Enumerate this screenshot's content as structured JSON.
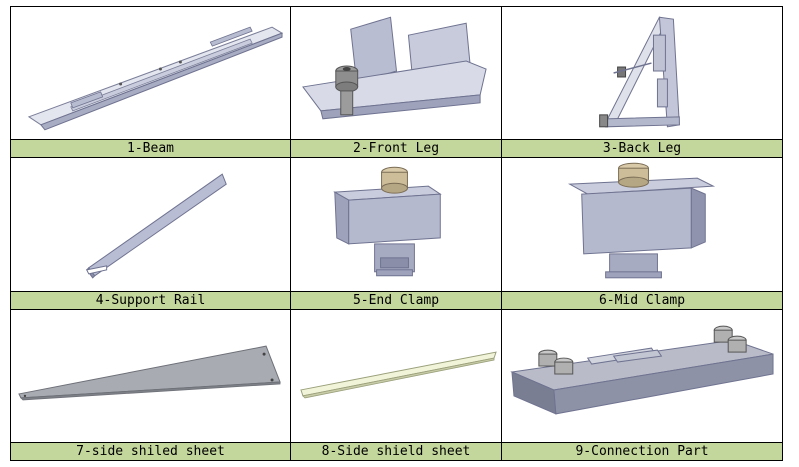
{
  "parts": [
    {
      "caption": "1-Beam",
      "icon": "beam-icon"
    },
    {
      "caption": "2-Front Leg",
      "icon": "front-leg-icon"
    },
    {
      "caption": "3-Back Leg",
      "icon": "back-leg-icon"
    },
    {
      "caption": "4-Support Rail",
      "icon": "support-rail-icon"
    },
    {
      "caption": "5-End Clamp",
      "icon": "end-clamp-icon"
    },
    {
      "caption": "6-Mid Clamp",
      "icon": "mid-clamp-icon"
    },
    {
      "caption": "7-side shiled sheet",
      "icon": "side-shield-sheet-icon"
    },
    {
      "caption": "8-Side shield sheet",
      "icon": "side-shield-sheet-icon"
    },
    {
      "caption": "9-Connection Part",
      "icon": "connection-part-icon"
    }
  ],
  "colors": {
    "caption_bg": "#c3d69b",
    "metal_light": "#d6d9e6",
    "metal_mid": "#a7abc2",
    "metal_dark": "#6f7390"
  }
}
